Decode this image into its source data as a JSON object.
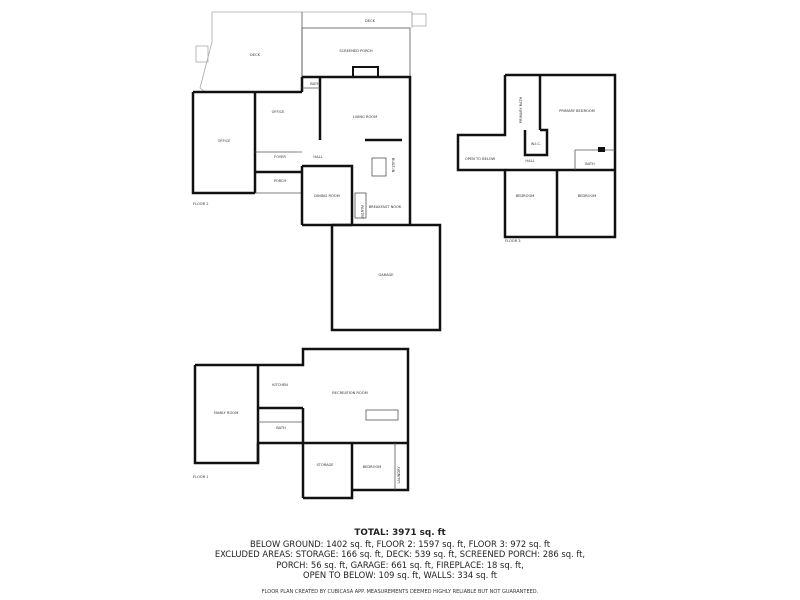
{
  "floors": {
    "floor2": {
      "label": "FLOOR 2",
      "rooms": {
        "deck_large": "DECK",
        "deck_top": "DECK",
        "screened_porch": "SCREENED PORCH",
        "office_large": "OFFICE",
        "office_small": "OFFICE",
        "bath": "BATH",
        "living_room": "LIVING ROOM",
        "foyer": "FOYER",
        "hall": "HALL",
        "porch": "PORCH",
        "dining_room": "DINING ROOM",
        "pantry": "PANTRY",
        "breakfast_nook": "BREAKFAST NOOK",
        "built_in": "BUILT-IN",
        "garage": "GARAGE"
      }
    },
    "floor3": {
      "label": "FLOOR 3",
      "rooms": {
        "primary_bedroom": "PRIMARY BEDROOM",
        "primary_bath": "PRIMARY BATH",
        "wic": "W.I.C.",
        "open_to_below": "OPEN TO BELOW",
        "hall": "HALL",
        "bath": "BATH",
        "bedroom_left": "BEDROOM",
        "bedroom_right": "BEDROOM"
      }
    },
    "floor1": {
      "label": "FLOOR 1",
      "rooms": {
        "family_room": "FAMILY ROOM",
        "kitchen": "KITCHEN",
        "bath": "BATH",
        "recreation_room": "RECREATION ROOM",
        "storage": "STORAGE",
        "bedroom": "BEDROOM",
        "laundry": "LAUNDRY"
      }
    }
  },
  "summary": {
    "total": "TOTAL: 3971 sq. ft",
    "line1": "BELOW GROUND: 1402 sq. ft, FLOOR 2: 1597 sq. ft, FLOOR 3: 972 sq. ft",
    "line2": "EXCLUDED AREAS: STORAGE: 166 sq. ft, DECK: 539 sq. ft, SCREENED PORCH: 286 sq. ft,",
    "line3": "PORCH: 56 sq. ft, GARAGE: 661 sq. ft, FIREPLACE: 18 sq. ft,",
    "line4": "OPEN TO BELOW: 109 sq. ft, WALLS: 334 sq. ft",
    "disclaimer": "FLOOR PLAN CREATED BY CUBICASA APP. MEASUREMENTS DEEMED HIGHLY RELIABLE BUT NOT GUARANTEED."
  }
}
